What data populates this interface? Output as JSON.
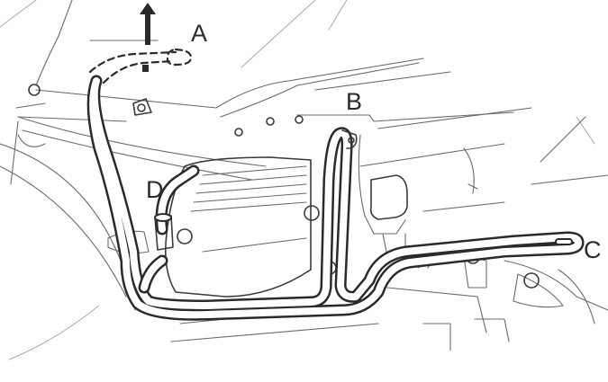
{
  "diagram": {
    "type": "technical installation drawing",
    "subject": "engine guard / crash bar mounted on motorcycle frame",
    "colors": {
      "line": "#2a2a2a",
      "background": "#ffffff"
    },
    "labels": [
      {
        "id": "A",
        "text": "A",
        "refers_to": "upper mounting point (shown dashed, with upward arrow)"
      },
      {
        "id": "B",
        "text": "B",
        "refers_to": "upper bracket of rear vertical bar"
      },
      {
        "id": "C",
        "text": "C",
        "refers_to": "slotted end of horizontal rear bar"
      },
      {
        "id": "D",
        "text": "D",
        "refers_to": "clamp on front vertical bar near cylinder head"
      }
    ],
    "arrow": {
      "direction": "up",
      "position": "above label A mounting point"
    }
  }
}
